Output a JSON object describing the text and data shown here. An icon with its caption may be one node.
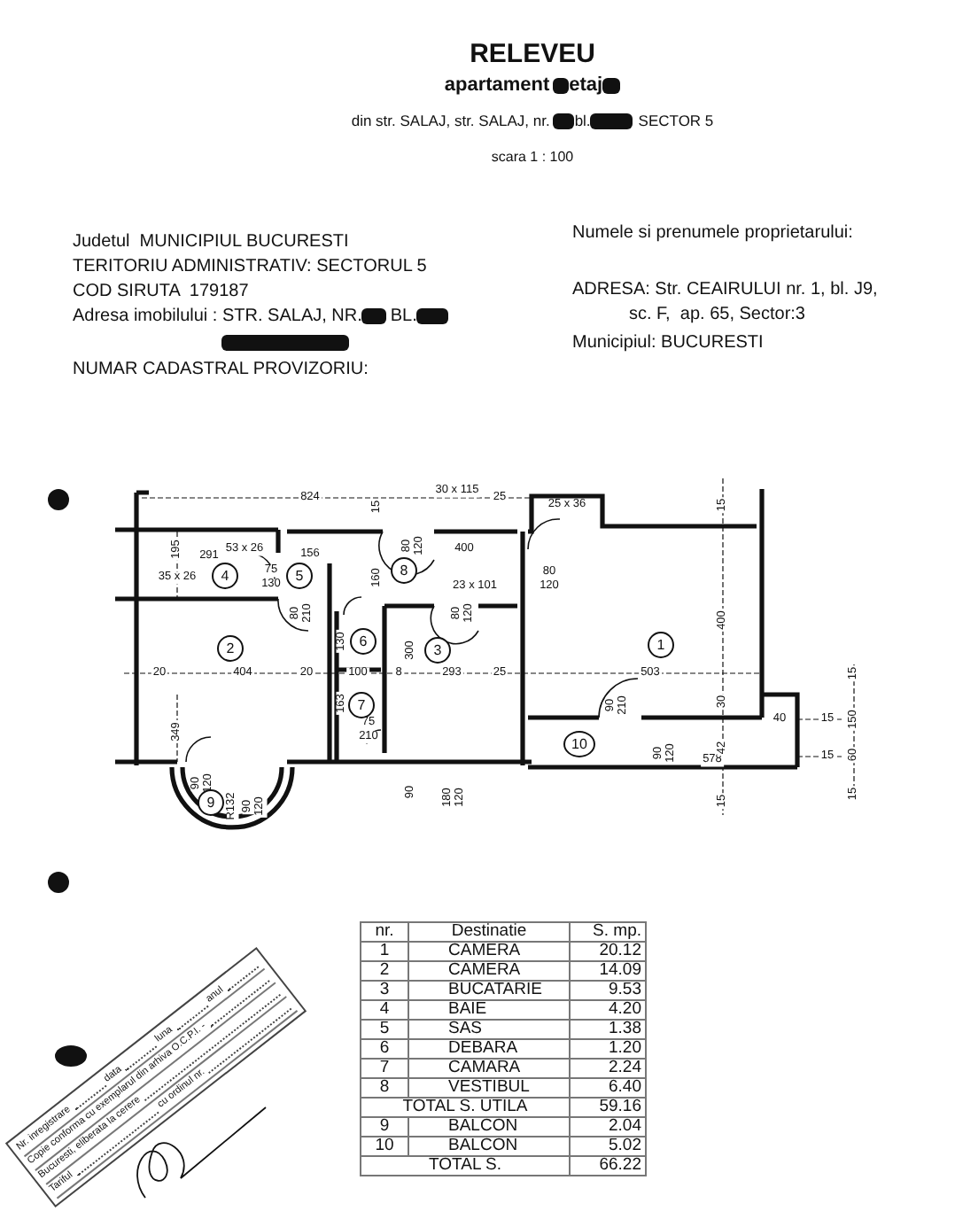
{
  "diagram": {
    "title": "RELEVEU",
    "labels": [
      "apartament",
      "etaj",
      "din str. SALAJ, str. SALAJ, nr.",
      "bl.",
      "SECTOR 5",
      "scara 1 : 100",
      "Judetul  MUNICIPIUL BUCURESTI",
      "TERITORIU ADMINISTRATIV: SECTORUL 5",
      "COD SIRUTA  179187",
      "Adresa imobilului : STR. SALAJ, NR.",
      "BL.",
      "NUMAR CADASTRAL PROVIZORIU:",
      "Numele si prenumele proprietarului:",
      "ADRESA: Str. CEAIRULUI nr. 1, bl. J9, sc. F,  ap. 65, Sector:3",
      "Municipiul: BUCURESTI",
      "824",
      "15",
      "30 x 115",
      "25",
      "25 x 36",
      "15",
      "195",
      "291",
      "53 x 26",
      "156",
      "80",
      "120",
      "400",
      "35 x 26",
      "75",
      "130",
      "160",
      "23 x 101",
      "80",
      "120",
      "80",
      "210",
      "80",
      "120",
      "400",
      "130",
      "300",
      "20",
      "404",
      "20",
      "100",
      "8",
      "293",
      "25",
      "503",
      "15",
      "163",
      "90",
      "210",
      "30",
      "349",
      "75",
      "210",
      "40",
      "15",
      "150",
      "90",
      "120",
      "578",
      "42",
      "15",
      "60",
      "90",
      "120",
      "R132",
      "90",
      "120",
      "90",
      "180",
      "120",
      "15",
      "15",
      "4",
      "5",
      "8",
      "2",
      "6",
      "3",
      "1",
      "7",
      "10",
      "9",
      "nr.",
      "Destinatie",
      "S. mp.",
      "1",
      "CAMERA",
      "20.12",
      "2",
      "CAMERA",
      "14.09",
      "3",
      "BUCATARIE",
      "9.53",
      "4",
      "BAIE",
      "4.20",
      "5",
      "SAS",
      "1.38",
      "6",
      "DEBARA",
      "1.20",
      "7",
      "CAMARA",
      "2.24",
      "8",
      "VESTIBUL",
      "6.40",
      "TOTAL S. UTILA",
      "59.16",
      "9",
      "BALCON",
      "2.04",
      "10",
      "BALCON",
      "5.02",
      "TOTAL S.",
      "66.22",
      "Nr. inregistrare",
      "data",
      "luna",
      "anul",
      "Copie conforma cu exemplarul din arhiva O.C.P.I. -",
      "Bucuresti, eliberata la cerere",
      "Tariful",
      "cu ordinul nr."
    ]
  }
}
